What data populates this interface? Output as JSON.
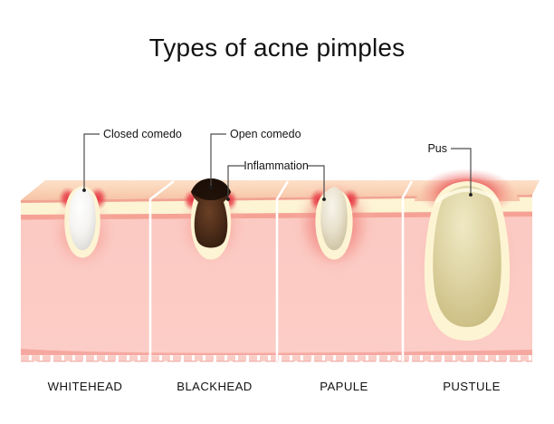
{
  "title": "Types of acne pimples",
  "callouts": {
    "closed_comedo": "Closed comedo",
    "open_comedo": "Open comedo",
    "inflammation": "Inflammation",
    "pus": "Pus"
  },
  "types": [
    {
      "label": "WHITEHEAD"
    },
    {
      "label": "BLACKHEAD"
    },
    {
      "label": "PAPULE"
    },
    {
      "label": "PUSTULE"
    }
  ],
  "colors": {
    "background": "#ffffff",
    "text": "#131313",
    "leader-line": "#4d4d4d",
    "skin-top": "#fbd5ba",
    "epidermis-cream": "#fdf4d4",
    "dermis-pink": "#fbcac3",
    "salmon-line": "#f5a295",
    "inflammation-red": "#e8404b",
    "whitehead-fill": "#f2f1ef",
    "blackhead-fill": "#3a2214",
    "papule-fill": "#ded5bd",
    "pus-fill": "#ded3a0"
  }
}
